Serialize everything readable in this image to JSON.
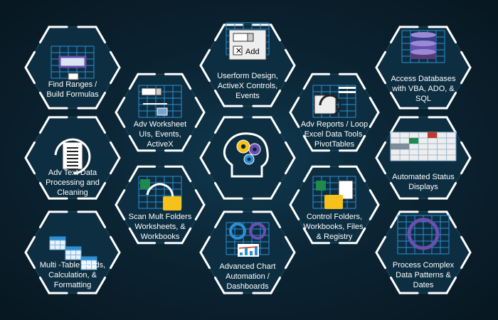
{
  "colors": {
    "background": "#0b2433",
    "hex_fill": "#0d2e40",
    "hex_border": "#ffffff",
    "accent_blue": "#2b8fd6",
    "accent_yellow": "#f5c11a",
    "accent_purple": "#6a4fb0",
    "accent_green": "#1f8a4d",
    "accent_red": "#c0392b"
  },
  "tiles": [
    {
      "id": "find-ranges",
      "label": "Find Ranges /\nBuild Formulas",
      "icon": "grid-selection-icon"
    },
    {
      "id": "adv-text-data",
      "label": "Adv Text Data\nProcessing and\nCleaning",
      "icon": "document-refresh-icon"
    },
    {
      "id": "multi-table",
      "label": "Multi -Table Builds,\nCalculation, &\nFormatting",
      "icon": "multi-table-icon"
    },
    {
      "id": "adv-worksheet-uis",
      "label": "Adv Worksheet\nUIs, Events,\nActiveX",
      "icon": "worksheet-controls-icon"
    },
    {
      "id": "scan-folders",
      "label": "Scan Mult Folders\nWorksheets, &\nWorkbooks",
      "icon": "folder-scan-icon"
    },
    {
      "id": "userform-design",
      "label": "Userform Design,\nActiveX Controls,\nEvents",
      "icon": "userform-icon",
      "control_text": "Add"
    },
    {
      "id": "ai-center",
      "label": "",
      "icon": "brain-gears-icon"
    },
    {
      "id": "advanced-chart",
      "label": "Advanced Chart\nAutomation /\nDashboards",
      "icon": "dashboard-chart-icon"
    },
    {
      "id": "adv-reports",
      "label": "Adv Reports / Loop\nExcel Data Tools,\nPivotTables",
      "icon": "report-loop-icon"
    },
    {
      "id": "control-folders",
      "label": "Control Folders,\nWorkbooks, Files,\n& Registry",
      "icon": "file-folder-icon"
    },
    {
      "id": "access-databases",
      "label": "Access Databases\nwith VBA, ADO, &\nSQL",
      "icon": "database-icon"
    },
    {
      "id": "status-displays",
      "label": "Automated Status\nDisplays",
      "icon": "status-grid-icon"
    },
    {
      "id": "complex-data",
      "label": "Process Complex\nData Patterns &\nDates",
      "icon": "pattern-cycle-icon"
    }
  ]
}
